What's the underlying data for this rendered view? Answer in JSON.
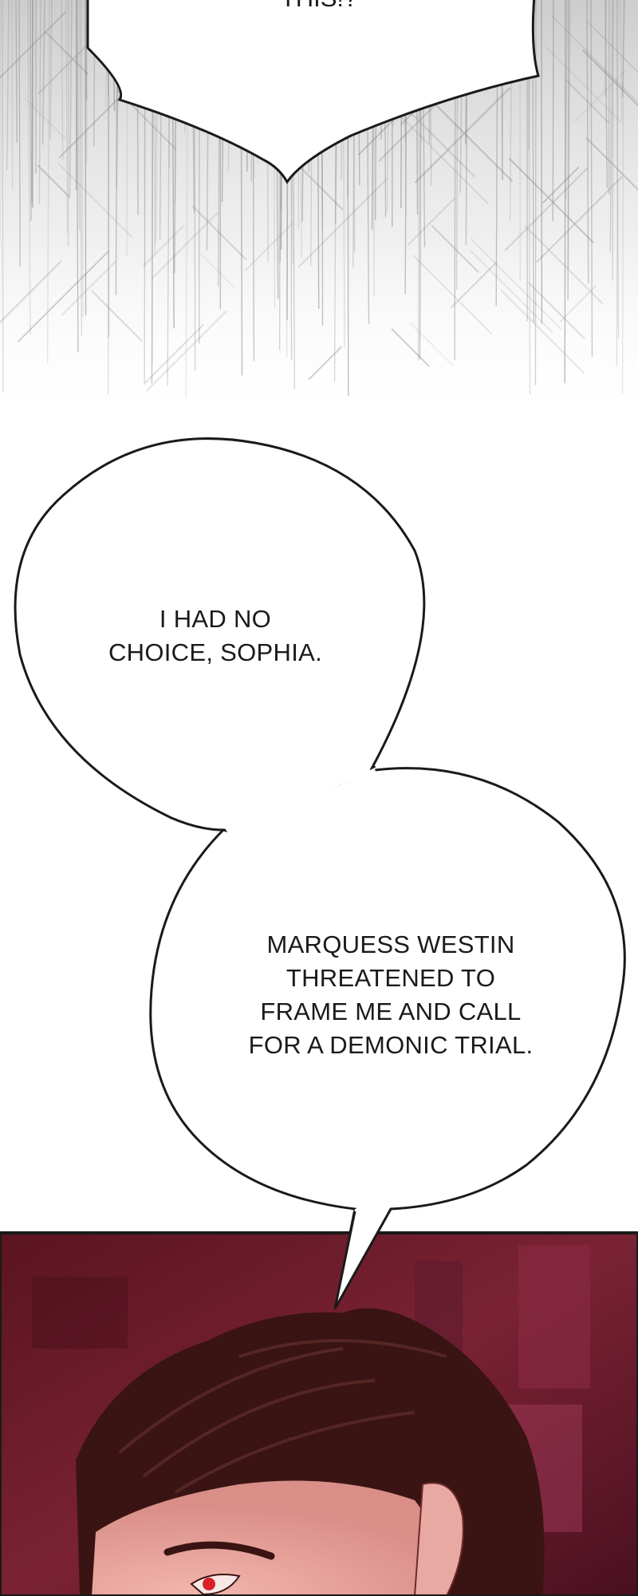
{
  "panels": {
    "top_bubble": {
      "text": "THIS!?"
    },
    "bubble_1": {
      "lines": [
        "I HAD NO",
        "CHOICE, SOPHIA."
      ]
    },
    "bubble_2": {
      "lines": [
        "MARQUESS WESTIN",
        "THREATENED TO",
        "FRAME ME AND CALL",
        "FOR A DEMONIC TRIAL."
      ]
    }
  },
  "colors": {
    "panel_border": "#1a1a1a",
    "scene_bg": "#6b1a26",
    "hair": "#3a1412",
    "skin": "#e9a9a3",
    "eye": "#d81f2a"
  }
}
